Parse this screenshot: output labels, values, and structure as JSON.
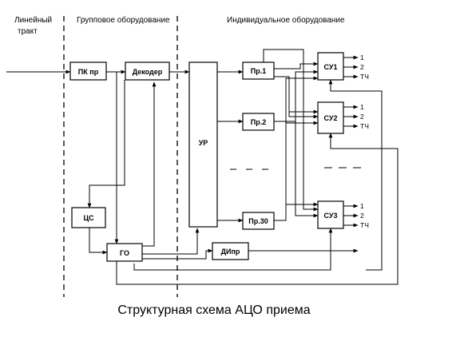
{
  "sections": {
    "line_path": "Линейный тракт",
    "line_path_line1": "Линейный",
    "line_path_line2": "тракт",
    "group_equipment": "Групповое оборудование",
    "individual_equipment": "Индивидуальное оборудование"
  },
  "blocks": {
    "pk": "ПК пр",
    "decoder": "Декодер",
    "ur": "УР",
    "cs": "ЦС",
    "go": "ГО",
    "pr1": "Пр.1",
    "pr2": "Пр.2",
    "pr30": "Пр.30",
    "diff": "ДИпр",
    "su1": "СУ1",
    "su2": "СУ2",
    "su3": "СУ3"
  },
  "outputs": {
    "out1": "1",
    "out2": "2",
    "outtch": "ТЧ"
  },
  "caption": "Структурная схема АЦО приема"
}
